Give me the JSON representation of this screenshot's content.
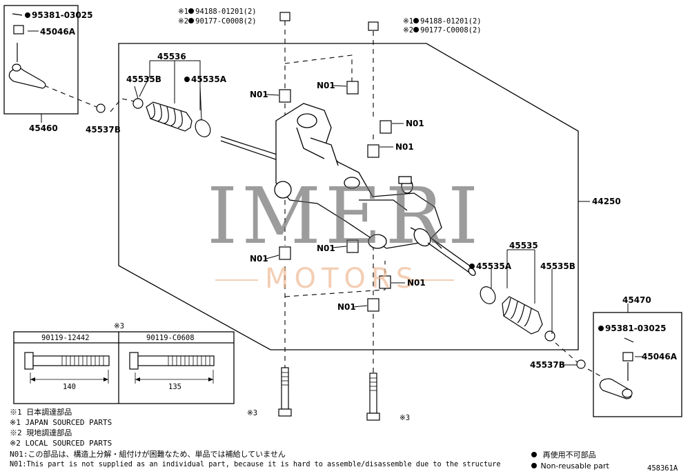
{
  "labels": {
    "p95381_l": "95381-03025",
    "p45046a_l": "45046A",
    "p45460": "45460",
    "p45537b_l": "45537B",
    "p45536": "45536",
    "p45535b_l": "45535B",
    "p45535a_l": "45535A",
    "p45535": "45535",
    "p45535a_r": "45535A",
    "p45535b_r": "45535B",
    "p44250": "44250",
    "p45470": "45470",
    "p95381_r": "95381-03025",
    "p45046a_r": "45046A",
    "p45537b_r": "45537B",
    "n01_a": "N01",
    "n01_b": "N01",
    "n01_c": "N01",
    "n01_d": "N01",
    "n01_e": "N01",
    "n01_f": "N01",
    "n01_g": "N01",
    "n01_h": "N01",
    "ref1_l_mark": "※1",
    "ref1_l_part": "94188-01201(2)",
    "ref2_l_mark": "※2",
    "ref2_l_part": "90177-C0008(2)",
    "ref1_r_mark": "※1",
    "ref1_r_part": "94188-01201(2)",
    "ref2_r_mark": "※2",
    "ref2_r_part": "90177-C0008(2)",
    "bolt_mark_l": "※3",
    "bolt_mark_r": "※3",
    "table_mark": "※3",
    "table_col1": "90119-12442",
    "table_col2": "90119-C0608",
    "len1": "140",
    "len2": "135",
    "diagram_id": "458361A"
  },
  "watermark": {
    "main": "IMERI",
    "sub": "MOTORS"
  },
  "notes": [
    "※1 日本調達部品",
    "※1 JAPAN SOURCED PARTS",
    "※2 現地調達部品",
    "※2 LOCAL SOURCED PARTS",
    "N01:この部品は、構造上分解・組付けが困難なため、単品では補給していません",
    "N01:This part is not supplied as an individual part, because it is hard to assemble/disassemble due to the structure"
  ],
  "legend": {
    "jp": "再使用不可部品",
    "en": "Non-reusable part"
  }
}
